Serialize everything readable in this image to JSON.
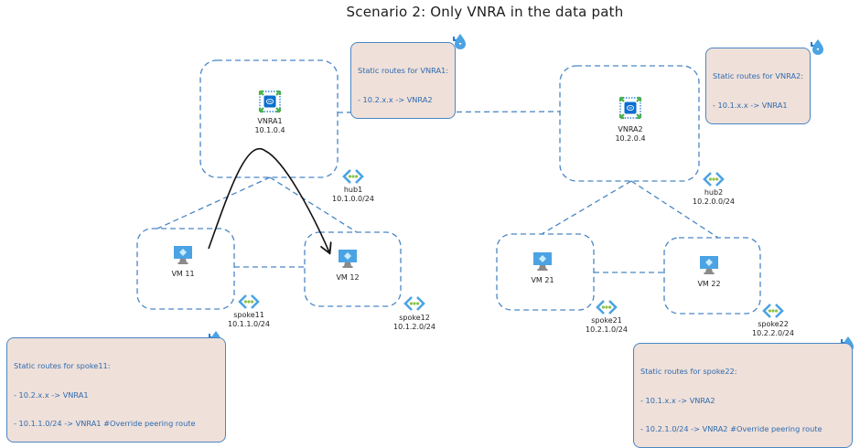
{
  "title": "Scenario 2: Only VNRA in the data path",
  "colors": {
    "dashed_border": "#4a86c5",
    "note_fill": "#efe0d9",
    "note_text": "#2f6bb0",
    "router_blue": "#0a6fd0",
    "router_arrows": "#4caf50",
    "vm_screen": "#4ba3e3",
    "vm_stand": "#8a8a8a",
    "vnet_chevron": "#4ba3e3",
    "vnet_dots": "#8bc34a",
    "flow_arrow": "#111111"
  },
  "routers": [
    {
      "id": "vnra1",
      "icon": "virtual-network-router-icon",
      "name": "VNRA1",
      "ip": "10.1.0.4"
    },
    {
      "id": "vnra2",
      "icon": "virtual-network-router-icon",
      "name": "VNRA2",
      "ip": "10.2.0.4"
    }
  ],
  "vnets": [
    {
      "id": "hub1",
      "icon": "virtual-network-icon",
      "name": "hub1",
      "cidr": "10.1.0.0/24"
    },
    {
      "id": "hub2",
      "icon": "virtual-network-icon",
      "name": "hub2",
      "cidr": "10.2.0.0/24"
    },
    {
      "id": "spoke11",
      "icon": "virtual-network-icon",
      "name": "spoke11",
      "cidr": "10.1.1.0/24"
    },
    {
      "id": "spoke12",
      "icon": "virtual-network-icon",
      "name": "spoke12",
      "cidr": "10.1.2.0/24"
    },
    {
      "id": "spoke21",
      "icon": "virtual-network-icon",
      "name": "spoke21",
      "cidr": "10.2.1.0/24"
    },
    {
      "id": "spoke22",
      "icon": "virtual-network-icon",
      "name": "spoke22",
      "cidr": "10.2.2.0/24"
    }
  ],
  "vms": [
    {
      "id": "vm11",
      "icon": "virtual-machine-icon",
      "name": "VM 11"
    },
    {
      "id": "vm12",
      "icon": "virtual-machine-icon",
      "name": "VM 12"
    },
    {
      "id": "vm21",
      "icon": "virtual-machine-icon",
      "name": "VM 21"
    },
    {
      "id": "vm22",
      "icon": "virtual-machine-icon",
      "name": "VM 22"
    }
  ],
  "notes": [
    {
      "id": "vnra1-routes",
      "icon": "route-table-icon",
      "lines": [
        "Static routes for VNRA1:",
        "- 10.2.x.x -> VNRA2"
      ]
    },
    {
      "id": "vnra2-routes",
      "icon": "route-table-icon",
      "lines": [
        "Static routes for VNRA2:",
        "- 10.1.x.x -> VNRA1"
      ]
    },
    {
      "id": "spoke11-routes",
      "icon": "route-table-icon",
      "lines": [
        "Static routes for spoke11:",
        "- 10.2.x.x -> VNRA1",
        "- 10.1.1.0/24 -> VNRA1 #Override peering route"
      ]
    },
    {
      "id": "spoke22-routes",
      "icon": "route-table-icon",
      "lines": [
        "Static routes for spoke22:",
        "- 10.1.x.x -> VNRA2",
        "- 10.2.1.0/24 -> VNRA2 #Override peering route"
      ]
    }
  ],
  "connections": [
    {
      "from": "hub1",
      "to": "hub2",
      "style": "dashed"
    },
    {
      "from": "hub1",
      "to": "spoke11",
      "style": "dashed"
    },
    {
      "from": "hub1",
      "to": "spoke12",
      "style": "dashed"
    },
    {
      "from": "spoke11",
      "to": "spoke12",
      "style": "dashed"
    },
    {
      "from": "hub2",
      "to": "spoke21",
      "style": "dashed"
    },
    {
      "from": "hub2",
      "to": "spoke22",
      "style": "dashed"
    },
    {
      "from": "spoke21",
      "to": "spoke22",
      "style": "dashed"
    }
  ],
  "flow": {
    "from": "VM 11",
    "via": "VNRA1",
    "to": "VM 12",
    "style": "solid-arrow"
  }
}
